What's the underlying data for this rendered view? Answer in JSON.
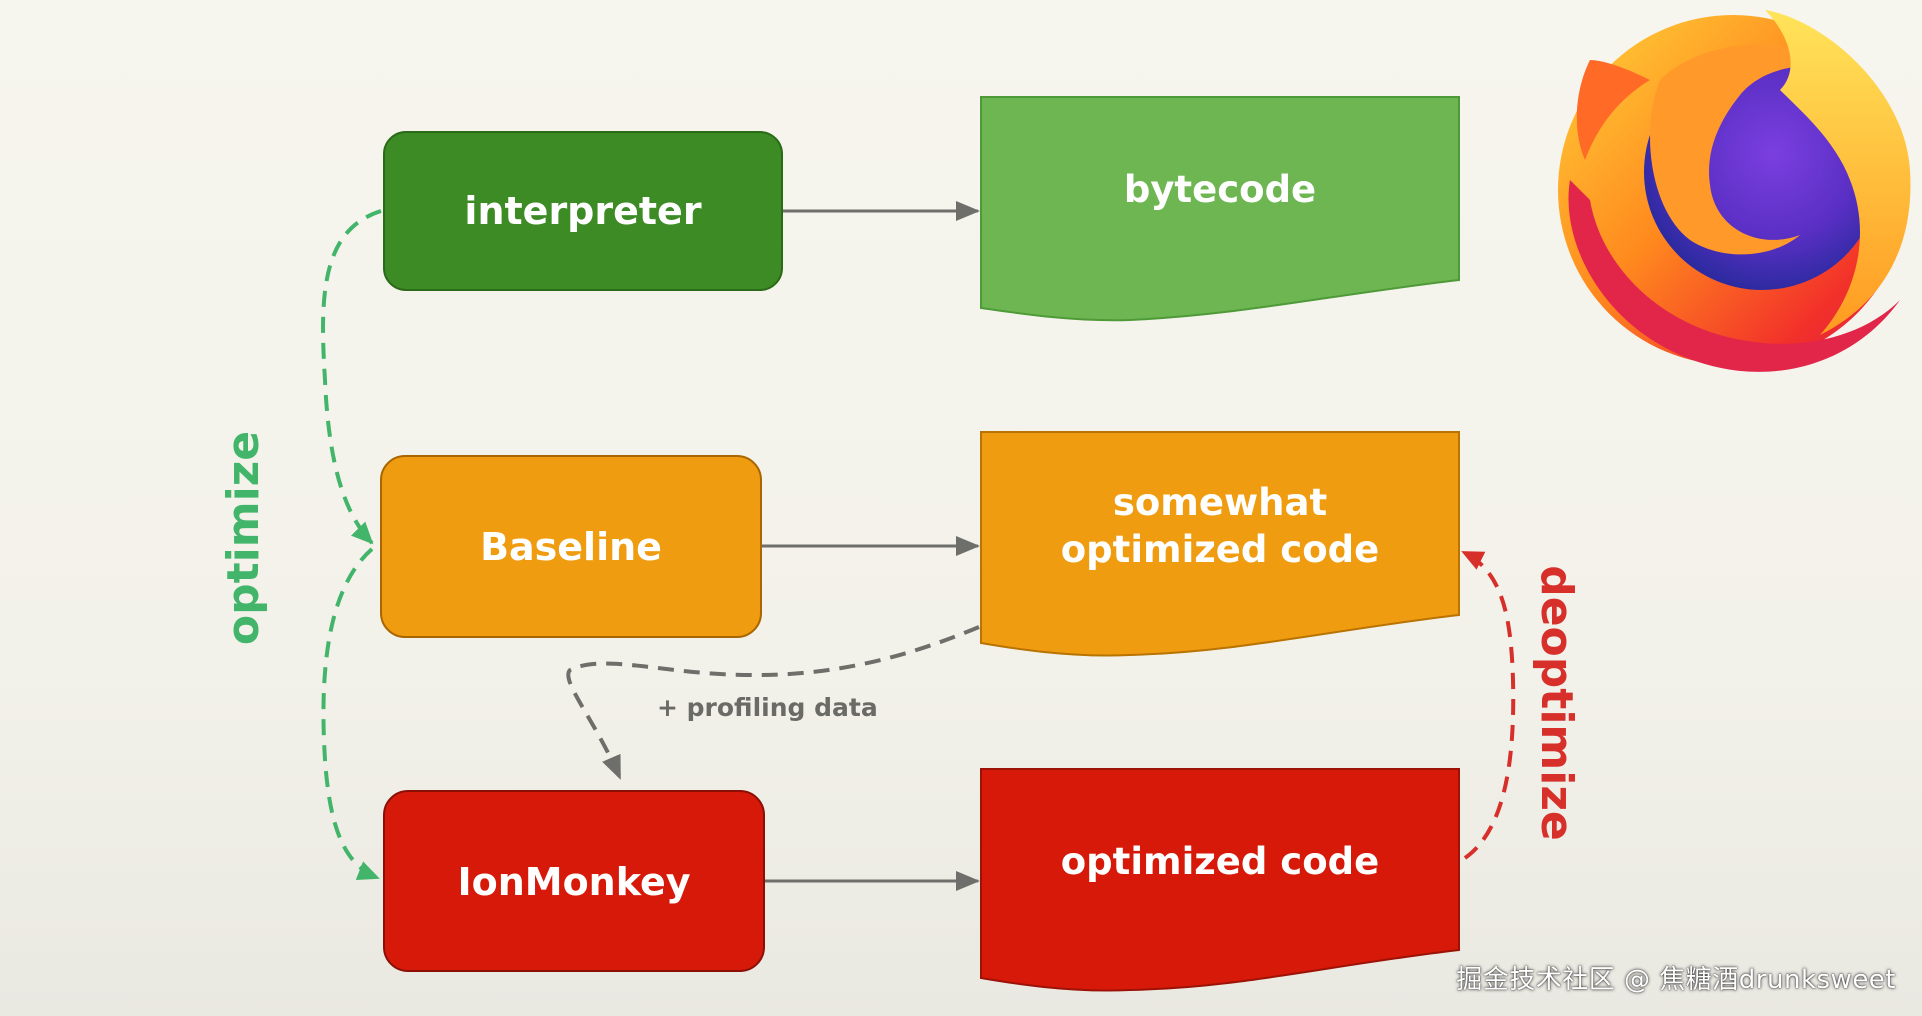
{
  "engines": {
    "interpreter": "interpreter",
    "baseline": "Baseline",
    "ionmonkey": "IonMonkey"
  },
  "outputs": {
    "bytecode": "bytecode",
    "somewhat_line1": "somewhat",
    "somewhat_line2": "optimized code",
    "optimized": "optimized code"
  },
  "annotations": {
    "optimize": "optimize",
    "deoptimize": "deoptimize",
    "profiling": "+ profiling data"
  },
  "watermark": "掘金技术社区 @ 焦糖酒drunksweet",
  "colors": {
    "interpreter": "#3d8b24",
    "bytecode": "#6db652",
    "baseline": "#f09c10",
    "somewhat": "#f09c10",
    "ionmonkey": "#d7190a",
    "optimized": "#d7190a",
    "optimize_arrow": "#43b56a",
    "deoptimize_arrow": "#d7302a",
    "flow_arrow": "#6e6e6a"
  },
  "icons": {
    "browser_logo": "firefox-logo"
  }
}
